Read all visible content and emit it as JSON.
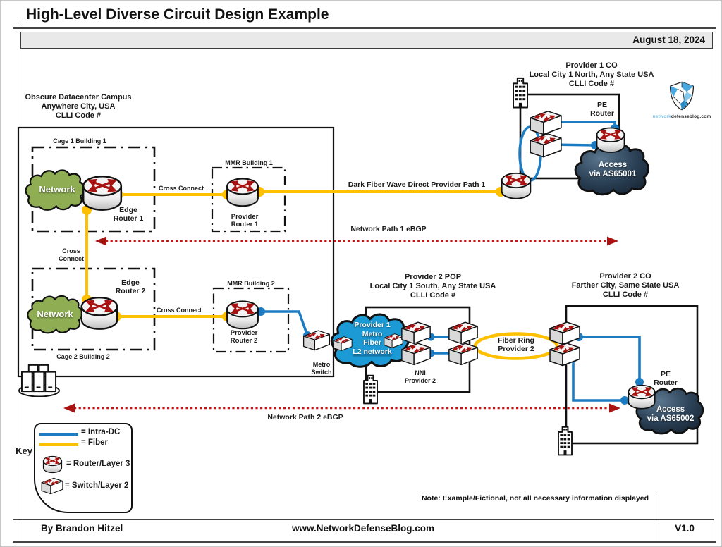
{
  "title": "High-Level Diverse Circuit Design Example",
  "date": "August 18, 2024",
  "logo": {
    "light": "network",
    "dark": "defenseblog.com"
  },
  "campus": {
    "header": [
      "Obscure Datacenter Campus",
      "Anywhere City, USA",
      "CLLI Code #"
    ],
    "cage1_label": "Cage 1 Building 1",
    "cage2_label": "Cage 2 Building 2",
    "mmr1_label": "MMR Building 1",
    "mmr2_label": "MMR Building 2",
    "cloud1": "Network",
    "cloud2": "Network",
    "edge_router1": [
      "Edge",
      "Router 1"
    ],
    "edge_router2": [
      "Edge",
      "Router 2"
    ],
    "provider_router1": [
      "Provider",
      "Router 1"
    ],
    "provider_router2": [
      "Provider",
      "Router 2"
    ],
    "metro_switch": [
      "Metro",
      "Switch"
    ]
  },
  "links": {
    "cross_connect_1": "Cross Connect",
    "cross_connect_vert": [
      "Cross",
      "Connect"
    ],
    "cross_connect_2": "Cross Connect",
    "dark_fiber": "Dark Fiber Wave Direct Provider Path 1",
    "path1": "Network Path 1 eBGP",
    "path2": "Network Path 2 eBGP",
    "fiber_ring": [
      "Fiber Ring",
      "Provider 2"
    ]
  },
  "provider1_co": {
    "header": [
      "Provider 1 CO",
      "Local City 1 North, Any State USA",
      "CLLI Code #"
    ],
    "pe_router": [
      "PE",
      "Router"
    ],
    "cloud": [
      "Access",
      "via AS65001"
    ]
  },
  "provider2_pop": {
    "header": [
      "Provider 2 POP",
      "Local City 1 South, Any State USA",
      "CLLI Code #"
    ],
    "metro_cloud": [
      "Provider 1",
      "Metro",
      "Fiber",
      "L2 network"
    ],
    "nni": [
      "NNI",
      "Provider 2"
    ]
  },
  "provider2_co": {
    "header": [
      "Provider 2 CO",
      "Farther City, Same State USA",
      "CLLI Code #"
    ],
    "pe_router": [
      "PE",
      "Router"
    ],
    "cloud": [
      "Access",
      "via AS65002"
    ]
  },
  "key": {
    "label": "Key",
    "items": [
      {
        "text": "= Intra-DC"
      },
      {
        "text": "= Fiber"
      },
      {
        "text": "= Router/Layer 3"
      },
      {
        "text": "= Switch/Layer 2"
      }
    ]
  },
  "note": "Note: Example/Fictional, not all necessary information displayed",
  "footer": {
    "author": "By Brandon Hitzel",
    "website": "www.NetworkDefenseBlog.com",
    "version": "V1.0"
  },
  "colors": {
    "fiber": "#FFC000",
    "intra_dc": "#1B7CC4",
    "ebgp": "#C81414",
    "cloud_green": "#8FAE53",
    "cloud_blue": "#1C9AD6",
    "cloud_dark": "#22364A",
    "datebar": "#E9E9E9"
  }
}
